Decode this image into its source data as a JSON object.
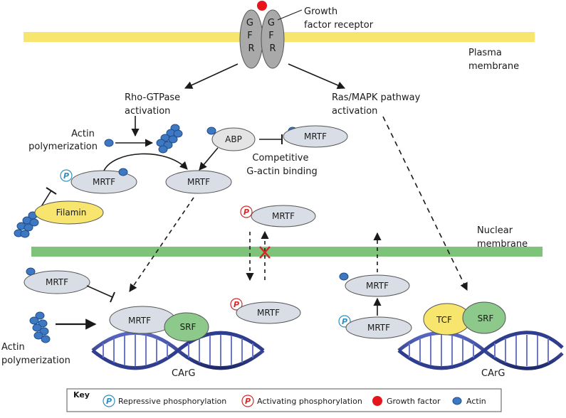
{
  "receptor": {
    "left_letters": [
      "G",
      "F",
      "R"
    ],
    "right_letters": [
      "G",
      "F",
      "R"
    ],
    "label_line1": "Growth",
    "label_line2": "factor receptor"
  },
  "membranes": {
    "plasma_line1": "Plasma",
    "plasma_line2": "membrane",
    "nuclear_line1": "Nuclear",
    "nuclear_line2": "membrane"
  },
  "pathways": {
    "rho_line1": "Rho-GTPase",
    "rho_line2": "activation",
    "ras_line1": "Ras/MAPK pathway",
    "ras_line2": "activation",
    "actin_poly_line1": "Actin",
    "actin_poly_line2": "polymerization",
    "competitive_line1": "Competitive",
    "competitive_line2": "G-actin binding",
    "nuclear_actin_line1": "Actin",
    "nuclear_actin_line2": "polymerization"
  },
  "nodes": {
    "mrtf": "MRTF",
    "abp": "ABP",
    "filamin": "Filamin",
    "srf": "SRF",
    "tcf": "TCF",
    "carg": "CArG",
    "p": "P"
  },
  "key": {
    "title": "Key",
    "repressive": "Repressive phosphorylation",
    "activating": "Activating phosphorylation",
    "growth_factor": "Growth factor",
    "actin": "Actin"
  },
  "colors": {
    "membrane_plasma": "#f7e56d",
    "membrane_nuclear": "#7dc47a",
    "receptor": "#a9a9a9",
    "growth_factor": "#e8141b",
    "actin": "#3e78c2",
    "actin_stroke": "#1f4f8a",
    "mrtf_fill": "#d9dee6",
    "abp_fill": "#e4e4e4",
    "filamin_fill": "#f7e56d",
    "tcf_fill": "#f7e56d",
    "srf_fill": "#8dc98a",
    "dna": "#2f3d8f",
    "p_repressive": "#2f8fbe",
    "p_activating": "#d32b2b"
  }
}
